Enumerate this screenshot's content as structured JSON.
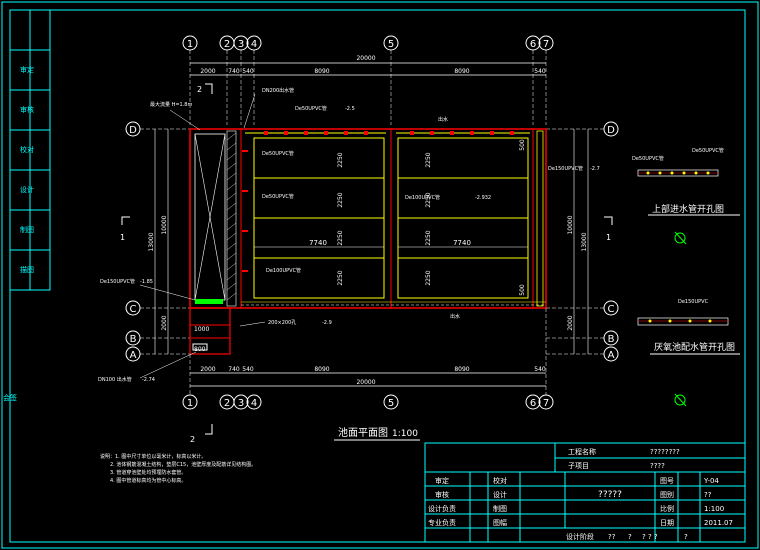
{
  "drawing": {
    "grid_top": [
      "1",
      "2",
      "3",
      "4",
      "5",
      "6",
      "7"
    ],
    "grid_bottom": [
      "1",
      "2",
      "3",
      "4",
      "5",
      "6",
      "7"
    ],
    "grid_rows": [
      "D",
      "C",
      "B",
      "A"
    ],
    "grid_rows_right": [
      "D",
      "C",
      "B",
      "A"
    ],
    "dims_top": [
      "2000",
      "740",
      "540",
      "8090",
      "8090",
      "540"
    ],
    "dims_bottom": [
      "2000",
      "740",
      "540",
      "8090",
      "8090",
      "540"
    ],
    "total_top": "20000",
    "total_bottom": "20000",
    "dims_left": [
      "10000",
      "2000"
    ],
    "dims_left_total": "13000",
    "dims_right": [
      "10000",
      "2000"
    ],
    "dims_right_total": "13000",
    "inner_dims_left": [
      "2250",
      "2250",
      "2250",
      "2250"
    ],
    "inner_dims_right": [
      "2250",
      "2250",
      "2250",
      "2250"
    ],
    "span_left": "7740",
    "span_right": "7740",
    "small_dims": [
      "500",
      "500",
      "1000",
      "800"
    ],
    "section_mark_top": "2",
    "section_mark_bottom": "2",
    "section_mark_left": "1",
    "section_mark_right": "1",
    "annotations": [
      "最大流量 H=1.8m",
      "DN200出水管",
      "De50UPVC管",
      "De50UPVC管",
      "De50UPVC管",
      "De100UPVC管",
      "De150UPVC管",
      "De150UPVC管",
      "200×200孔",
      "DN100 出水管",
      "出水",
      "出水"
    ],
    "levels": [
      "-2.5",
      "-2.7",
      "-2.932",
      "-1.85",
      "-2.9",
      "-2.74"
    ],
    "title": "池面平面图",
    "title_scale": "1:100",
    "notes": [
      "说明：1. 图中尺寸单位以毫米计，标高以米计。",
      "2. 池体钢筋混凝土结构，垫层C15，池壁厚度及配筋详见结构图。",
      "3. 管道穿池壁处均预埋防水套管。",
      "4. 图中管道标高均为管中心标高。"
    ],
    "detail1_title": "上部进水管开孔图",
    "detail1_labels": [
      "De50UPVC管",
      "De50UPVC管"
    ],
    "detail2_title": "厌氧池配水管开孔图",
    "detail2_label": "De150UPVC",
    "sidebar_labels": [
      "审定",
      "审核",
      "校对",
      "设计",
      "制图",
      "描图",
      "会签"
    ]
  },
  "title_block": {
    "project_label": "工程名称",
    "project_value": "????????",
    "item_label": "子项目",
    "item_value": "????",
    "drawing_name": "?????",
    "rows_left": [
      {
        "label": "审定",
        "label2": "校对"
      },
      {
        "label": "审核",
        "label2": "设计"
      },
      {
        "label": "设计负责",
        "label2": "制图"
      },
      {
        "label": "专业负责",
        "label2": "图幅"
      }
    ],
    "drawing_no_label": "图号",
    "drawing_no": "Y-04",
    "sheet_label": "图别",
    "sheet_value": "??",
    "scale_label": "比例",
    "scale_value": "1:100",
    "date_label": "日期",
    "date_value": "2011.07",
    "bottom_left": "设计阶段",
    "bottom_values": [
      "??",
      "?",
      "? ? ?",
      "?"
    ]
  }
}
